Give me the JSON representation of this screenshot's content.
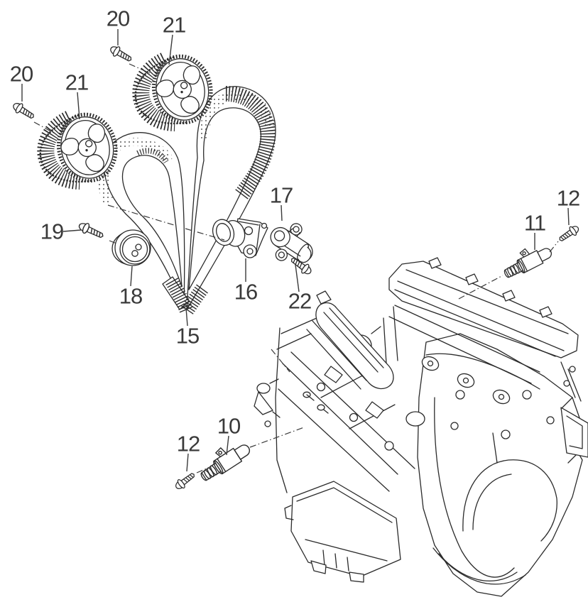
{
  "diagram": {
    "type": "exploded-parts-diagram",
    "background_color": "#ffffff",
    "line_color": "#2b2b2b",
    "label_color": "#3a3a3a"
  },
  "callouts": [
    {
      "id": "10",
      "label": "10"
    },
    {
      "id": "11",
      "label": "11"
    },
    {
      "id": "12-left",
      "label": "12"
    },
    {
      "id": "12-right",
      "label": "12"
    },
    {
      "id": "15",
      "label": "15"
    },
    {
      "id": "16",
      "label": "16"
    },
    {
      "id": "17",
      "label": "17"
    },
    {
      "id": "18",
      "label": "18"
    },
    {
      "id": "19",
      "label": "19"
    },
    {
      "id": "20-left",
      "label": "20"
    },
    {
      "id": "20-top",
      "label": "20"
    },
    {
      "id": "21-left",
      "label": "21"
    },
    {
      "id": "21-top",
      "label": "21"
    },
    {
      "id": "22",
      "label": "22"
    }
  ]
}
